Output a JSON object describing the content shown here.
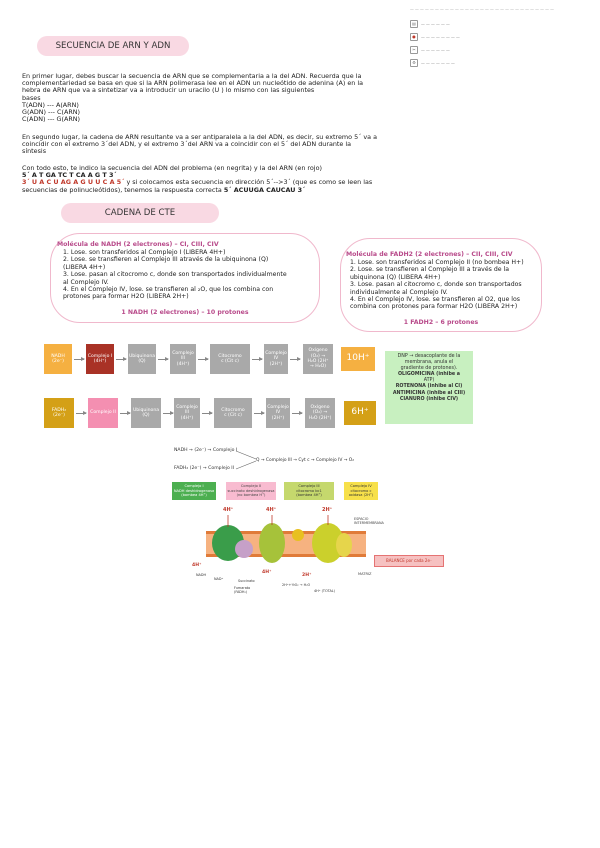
{
  "top_url": "— — — — — — — — — — — — — — — — — — — — — — — — — — — — —",
  "sidebar": {
    "items": [
      {
        "label": "— — — — — —",
        "icon": "document-icon"
      },
      {
        "label": "— — — — — — — —",
        "icon": "record-icon"
      },
      {
        "label": "— — — — — —",
        "icon": "scissors-icon"
      },
      {
        "label": "— — — — — — —",
        "icon": "settings-icon"
      }
    ]
  },
  "section1": {
    "title": "SECUENCIA DE ARN Y ADN",
    "paragraph1": [
      "En primer lugar, debes buscar la secuencia de ARN que se complementaria a la del ADN. Recuerda que la",
      "complementariedad se basa en que si la ARN polimerasa lee en el ADN un nucleótido de adenina (A) en la",
      "hebra de ARN que va a sintetizar va a introducir un uracilo (U ) lo mismo con las siguientes",
      "bases",
      "T(ADN) --- A(ARN)",
      "G(ADN) --- C(ARN)",
      "C(ADN) --- G(ARN)"
    ],
    "paragraph2": [
      "En segundo lugar, la cadena de ARN resultante va a ser antiparalela a la del ADN, es decir, su extremo 5´ va a",
      "coincidir con el extremo 3´del ADN, y el extremo 3´del ARN va a coincidir con el 5´ del ADN durante la",
      "síntesis"
    ],
    "paragraph3_line1": "Con todo esto, te indico la secuencia del ADN del problema (en negrita) y la del ARN (en rojo)",
    "dna_sequence": "5´ A T GA  TC T CA A G T 3´",
    "rna_sequence": "3´ U A C U  AG A G U U C A 5´",
    "paragraph3_tail": "y si colocamos esta secuencia en dirección 5´-->3´ (que es como se leen las",
    "paragraph3_line4_prefix": "secuencias de polinucleótidos), tenemos la respuesta correcta",
    "answer": "5´ ACUUGA CAUCAU 3´"
  },
  "section2": {
    "title": "CADENA DE CTE",
    "nadh_card": {
      "title": "Molécula de NADH (2 electrones) – CI, CIII, CIV",
      "items": [
        "1. Lose. son transferidos al Complejo I (LIBERA 4H+)",
        "2. Lose. se transfieren al Complejo III através de la ubiquinona (Q)",
        "   (LIBERA 4H+)",
        "3. Lose. pasan al citocromo c, donde son transportados individualmente",
        "   al Complejo IV.",
        "4. En el Complejo IV, lose. se transfieren al ₂O, que los combina con",
        "   protones para formar H2O (LIBERA 2H+)"
      ],
      "footer": "1 NADH (2 electrones) – 10 protones"
    },
    "fadh_card": {
      "title": "Molécula de FADH2 (2 electrones) – CII, CIII, CIV",
      "items": [
        "1. Lose. son transferidos al Complejo II (no bombea H+)",
        "2. Lose. se transfieren al Complejo III a través de la",
        "   ubiquinona (Q) (LIBERA 4H+)",
        "3. Lose. pasan al citocromo c, donde son transportados",
        "   individualmente al Complejo IV.",
        "4. En el Complejo IV, lose. se transfieren al O2, que los",
        "   combina con protones para formar H2O (LIBERA 2H+)"
      ],
      "footer": "1 FADH2 – 6 protones"
    },
    "flow1": [
      "NADH\n(2e⁻)",
      "Complejo I\n(4H⁺)",
      "Ubiquinona\n(Q)",
      "Complejo\nIII\n(4H⁺)",
      "Citocromo\nc (Cit c)",
      "Complejo\nIV\n(2H⁺)",
      "Oxígeno\n(O₂) →\nH₂O (2H⁺\n→ H₂O)"
    ],
    "flow1_result": "10H⁺",
    "flow2": [
      "FADH₂\n(2e⁻)",
      "Complejo II",
      "Ubiquinona\n(Q)",
      "Complejo\nIII\n(4H⁺)",
      "Citocromo\nc (Cit c)",
      "Complejo\nIV\n(2H⁺)",
      "Oxígeno\n(O₂) →\nH₂O (2H⁺)"
    ],
    "flow2_result": "6H⁺",
    "inhibitors": [
      "DNP → desacoplante de la",
      "membrana, anula el",
      "gradiente de protones).",
      "OLIGOMICINA (inhibe a",
      "ATP)",
      "ROTENONA (inhibe al CI)",
      "ANTIMICINA (inhibe al CIII)",
      "CIANURO (inhibe CIV)"
    ],
    "diagram": {
      "nadh_line": "NADH → (2e⁻) → Complejo I",
      "fadh_line": "FADH₂ (2e⁻) → Complejo II",
      "chain_line": "Q → Complejo III → Cyt c → Complejo IV → O₂",
      "complex_boxes": [
        "Complejo I\nNADH deshidrogenasa\n(bombea 4H⁺)",
        "Complejo II\nsuccinato deshidrogenasa\n(no bombea H⁺)",
        "Complejo III\ncitocromo bc1\n(bombea 4H⁺)",
        "Complejo IV\ncitocromo c\noxidasa (2H⁺)"
      ],
      "proton_labels": [
        "4H⁺",
        "4H⁺",
        "2H⁺",
        "4H⁺",
        "2H⁺",
        "4H⁺"
      ],
      "space_label": "ESPACIO\nINTERMEMBRANA",
      "balance_label": "BALANCE por cada 2e⁻",
      "matrix_label": "MATRIZ",
      "labels_bottom": [
        "NADH",
        "NAD⁺",
        "Succinato",
        "Fumarato\n(FADH₂)",
        "2H⁺+½O₂ → H₂O",
        "4H⁺ (TOTAL)"
      ]
    }
  },
  "colors": {
    "pill": "#f9d9e3",
    "card_border": "#f0b8cc",
    "pink_text": "#b84a8a",
    "orange": "#f5b041",
    "dark_red": "#a93226",
    "gold": "#d4a017",
    "pink_box": "#f48fb1",
    "green_box": "#c8f0c0"
  }
}
